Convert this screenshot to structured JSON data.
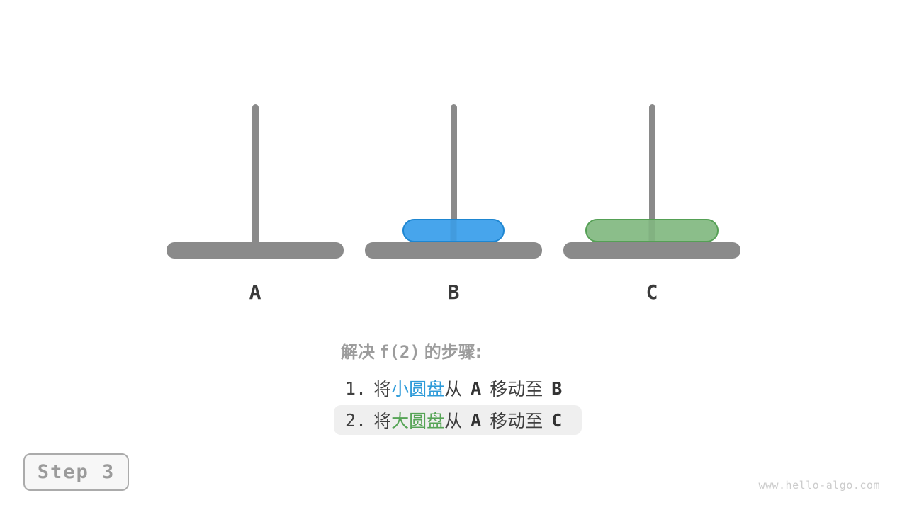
{
  "figure": {
    "pegs": [
      {
        "id": "A",
        "label": "A"
      },
      {
        "id": "B",
        "label": "B"
      },
      {
        "id": "C",
        "label": "C"
      }
    ],
    "disks": [
      {
        "name": "small-disk",
        "on_peg": "B",
        "fill": "#47A5EC",
        "border": "#1E86D1"
      },
      {
        "name": "large-disk",
        "on_peg": "C",
        "fill": "#8BBE8A",
        "border": "#55A055"
      }
    ]
  },
  "solution": {
    "title": {
      "pre": "解决",
      "fn": "f(2)",
      "post": "的步骤:"
    },
    "steps": [
      {
        "num": "1.",
        "action_pre": "将",
        "disk": "小圆盘",
        "action_mid": "从",
        "from": "A",
        "action_move": "移动至",
        "to": "B",
        "highlighted": false
      },
      {
        "num": "2.",
        "action_pre": "将",
        "disk": "大圆盘",
        "action_mid": "从",
        "from": "A",
        "action_move": "移动至",
        "to": "C",
        "highlighted": true
      }
    ]
  },
  "badge": {
    "label": "Step 3"
  },
  "watermark": "www.hello-algo.com",
  "colors": {
    "peg_gray": "#8A8A8A",
    "peg_label": "#3A3A3A",
    "title_gray": "#9C9C9C",
    "body_text": "#3F3F3F",
    "small_disk_fill": "#47A5EC",
    "small_disk_border": "#1E86D1",
    "small_disk_text": "#2E9BD9",
    "large_disk_fill": "#8BBE8A",
    "large_disk_border": "#55A055",
    "large_disk_text": "#56A456",
    "highlight_bg": "#EFEFEF",
    "badge_bg": "#F7F7F7",
    "badge_border": "#ABABAB",
    "badge_text": "#9B9B9B",
    "watermark_text": "#CCCCCC"
  }
}
